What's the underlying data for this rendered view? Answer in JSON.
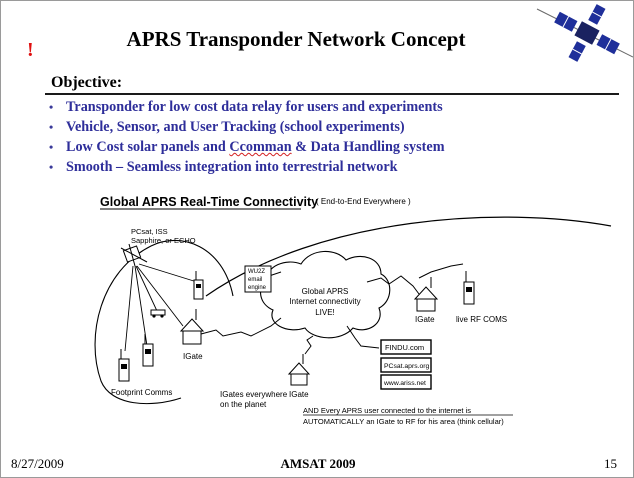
{
  "slide": {
    "marker": "!",
    "title": "APRS Transponder Network Concept",
    "objective_label": "Objective:",
    "bullets": [
      {
        "pre": "Transponder for low cost data relay for users and experiments",
        "typo": "",
        "post": ""
      },
      {
        "pre": "Vehicle, Sensor, and User Tracking (school experiments)",
        "typo": "",
        "post": ""
      },
      {
        "pre": "Low Cost solar panels and ",
        "typo": "Ccomman",
        "post": " & Data Handling system"
      },
      {
        "pre": "Smooth – Seamless integration into terrestrial network",
        "typo": "",
        "post": ""
      }
    ],
    "bullet_glyph": "•"
  },
  "diagram": {
    "heading": "Global APRS Real-Time Connectivity",
    "heading_note": "( End-to-End Everywhere )",
    "satellite_label": [
      "PCsat, ISS",
      "Sapphire, or ECHO"
    ],
    "email_engine": [
      "WU2Z",
      "email",
      "engine"
    ],
    "cloud_label": [
      "Global APRS",
      "Internet connectivity",
      "LIVE!"
    ],
    "igate_label": "IGate",
    "live_rf": "live RF COMS",
    "footprint": "Footprint Comms",
    "igates_everywhere": [
      "IGates everywhere",
      "on the planet"
    ],
    "servers": [
      "FINDU.com",
      "PCsat.aprs.org",
      "www.ariss.net"
    ],
    "note": [
      "AND  Every  APRS  user  connected  to  the  internet  is",
      "AUTOMATICALLY an IGate to RF for his area (think cellular)"
    ]
  },
  "footer": {
    "date": "8/27/2009",
    "center": "AMSAT 2009",
    "page": "15"
  },
  "colors": {
    "bullet_text": "#2e2e9a",
    "marker": "#e01010",
    "logo_blue": "#1f2f9a"
  }
}
